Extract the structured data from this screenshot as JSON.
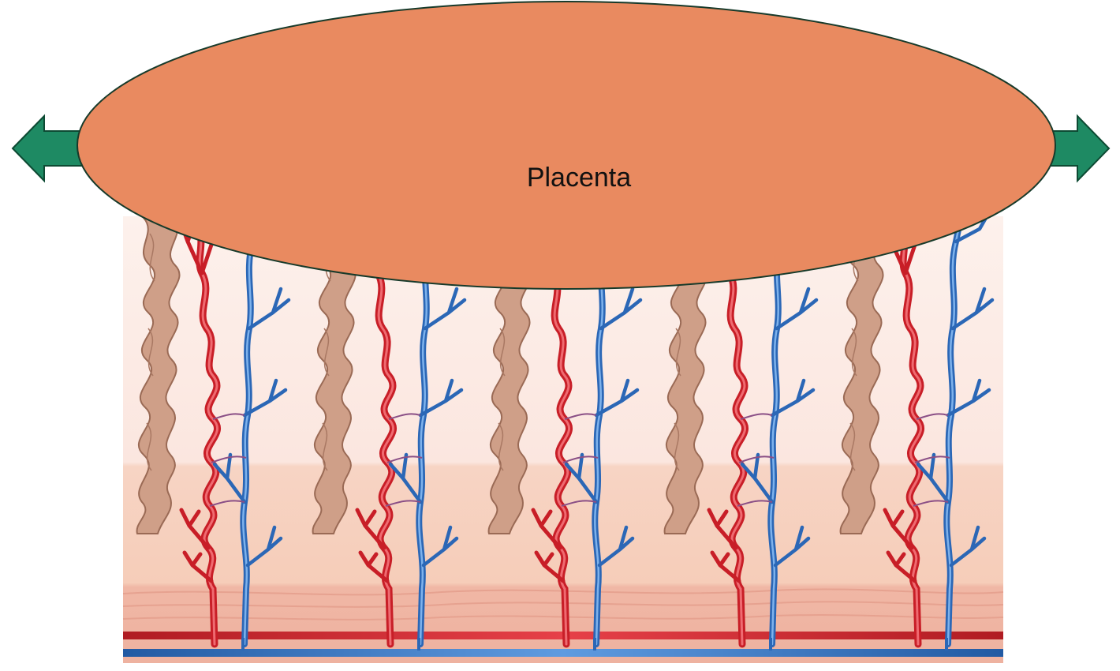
{
  "diagram": {
    "label": "Placenta",
    "colors": {
      "placenta_fill": "#e98a60",
      "placenta_stroke": "#173a2a",
      "arrow_fill": "#1e8a63",
      "arrow_stroke": "#0d4a33",
      "artery": "#d42a32",
      "vein": "#2f6fbf",
      "gland": "#c9977e",
      "tissue_light": "#fbe7e1",
      "tissue_mid": "#f6d0bf",
      "muscle": "#f0b5a4"
    },
    "arrows": [
      "left-arrow",
      "right-arrow"
    ],
    "tissue_panel_count": 5
  }
}
